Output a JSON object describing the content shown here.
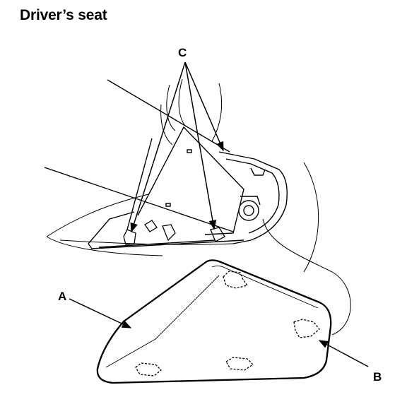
{
  "title": "Driver’s seat",
  "callouts": {
    "a": "A",
    "b": "B",
    "c": "C"
  }
}
